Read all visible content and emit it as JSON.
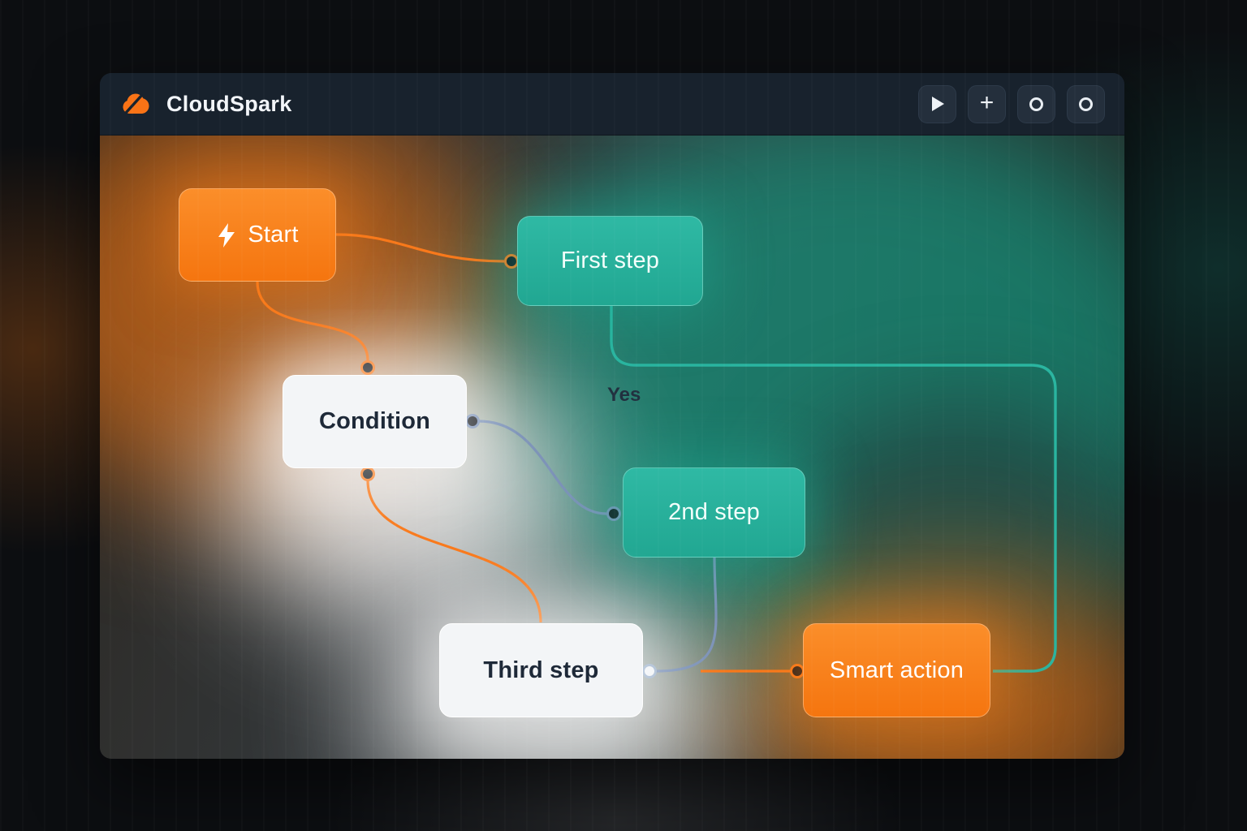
{
  "app": {
    "title": "CloudSpark"
  },
  "toolbar": {
    "buttons": [
      {
        "id": "run",
        "icon": "play-icon"
      },
      {
        "id": "add",
        "icon": "plus-icon",
        "glyph": "+"
      },
      {
        "id": "toggle-1",
        "icon": "circle-icon"
      },
      {
        "id": "toggle-2",
        "icon": "circle-icon"
      }
    ]
  },
  "canvas": {
    "nodes": [
      {
        "id": "start",
        "label": "Start",
        "kind": "trigger",
        "color": "#F9791B",
        "icon": "bolt-icon"
      },
      {
        "id": "first-step",
        "label": "First step",
        "kind": "step",
        "color": "#28B29C"
      },
      {
        "id": "condition",
        "label": "Condition",
        "kind": "condition",
        "color": "#F2F4F7"
      },
      {
        "id": "second-step",
        "label": "2nd step",
        "kind": "step",
        "color": "#28B29C"
      },
      {
        "id": "third-step",
        "label": "Third step",
        "kind": "step",
        "color": "#F2F4F7"
      },
      {
        "id": "smart-action",
        "label": "Smart action",
        "kind": "action",
        "color": "#F9791B"
      }
    ],
    "edge_labels": [
      {
        "id": "yes",
        "text": "Yes"
      }
    ]
  },
  "colors": {
    "orange": "#F9791B",
    "teal": "#28B29C",
    "edge_blue": "#7D93B8",
    "topbar": "#18222D",
    "background": "#0C0E11"
  }
}
